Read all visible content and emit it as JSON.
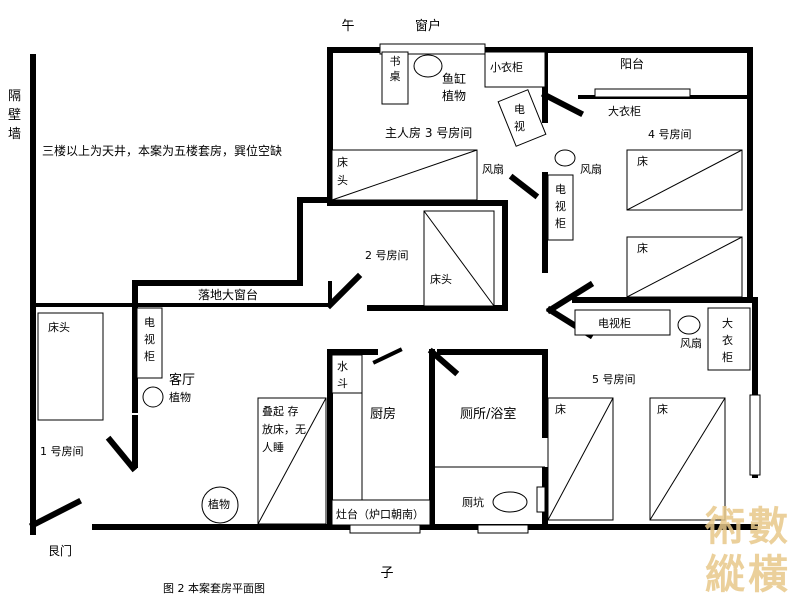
{
  "directions": {
    "south": "午",
    "north": "子"
  },
  "labels": {
    "window_top": "窗户",
    "neighbor_wall": "隔壁墙",
    "note": "三楼以上为天井，本案为五楼套房，巽位空缺",
    "desk": "书桌",
    "fish_tank": "鱼缸",
    "plant": "植物",
    "small_wardrobe": "小衣柜",
    "balcony": "阳台",
    "large_wardrobe": "大衣柜",
    "tv": "电视",
    "master_room": "主人房 3 号房间",
    "room4": "4 号房间",
    "bed_head": "床头",
    "fan": "风扇",
    "tv_cabinet": "电视柜",
    "bed": "床",
    "room2": "2 号房间",
    "french_window": "落地大窗台",
    "living_room": "客厅",
    "room1": "1 号房间",
    "folding_bed": "叠起 存放床，无人睡",
    "sink": "水斗",
    "kitchen": "厨房",
    "toilet_bath": "厕所/浴室",
    "room5": "5 号房间",
    "squat_toilet": "厕坑",
    "stove": "灶台（炉口朝南）",
    "entrance_door": "艮门",
    "caption": "图 2  本案套房平面图",
    "watermark": "術數縱橫"
  }
}
